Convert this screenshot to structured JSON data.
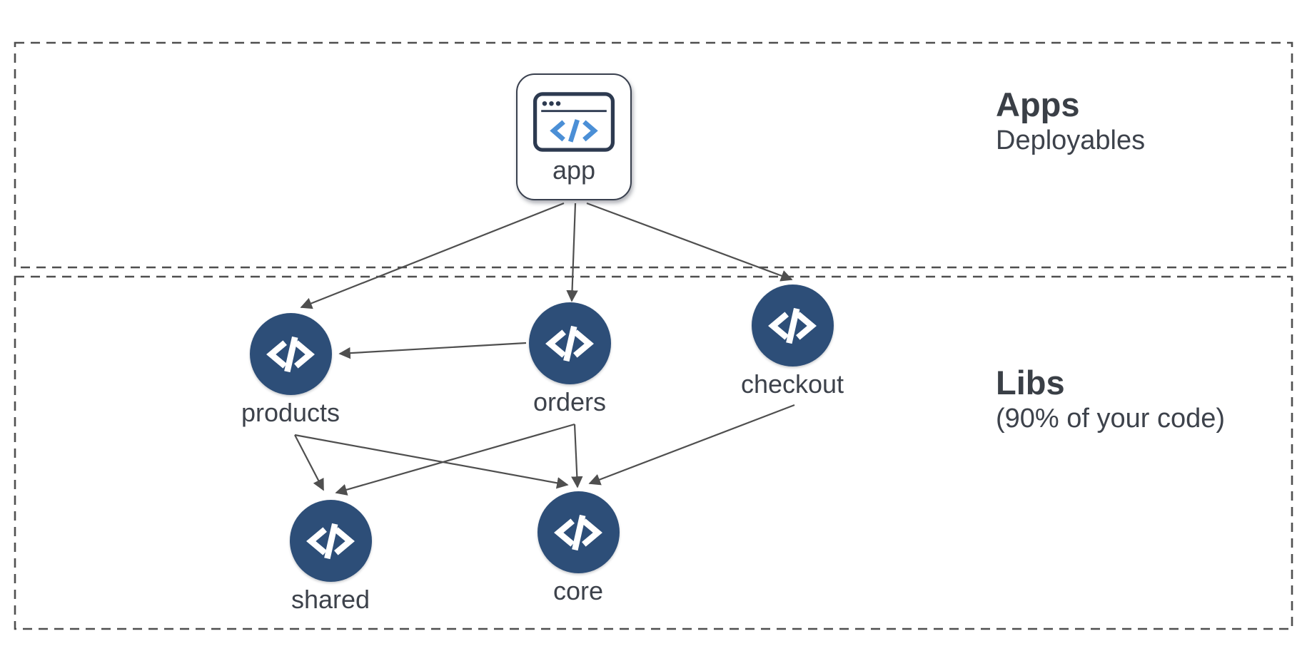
{
  "sections": {
    "apps": {
      "title": "Apps",
      "subtitle": "Deployables"
    },
    "libs": {
      "title": "Libs",
      "subtitle": "(90% of your code)"
    }
  },
  "nodes": {
    "app": {
      "label": "app",
      "kind": "application",
      "icon": "browser-code-icon"
    },
    "products": {
      "label": "products",
      "kind": "library",
      "icon": "code-icon"
    },
    "orders": {
      "label": "orders",
      "kind": "library",
      "icon": "code-icon"
    },
    "checkout": {
      "label": "checkout",
      "kind": "library",
      "icon": "code-icon"
    },
    "shared": {
      "label": "shared",
      "kind": "library",
      "icon": "code-icon"
    },
    "core": {
      "label": "core",
      "kind": "library",
      "icon": "code-icon"
    }
  },
  "edges": [
    {
      "from": "app",
      "to": "products"
    },
    {
      "from": "app",
      "to": "orders"
    },
    {
      "from": "app",
      "to": "checkout"
    },
    {
      "from": "orders",
      "to": "products"
    },
    {
      "from": "products",
      "to": "shared"
    },
    {
      "from": "products",
      "to": "core"
    },
    {
      "from": "orders",
      "to": "shared"
    },
    {
      "from": "orders",
      "to": "core"
    },
    {
      "from": "checkout",
      "to": "core"
    }
  ],
  "colors": {
    "node_fill": "#2d4e78",
    "node_glyph": "#ffffff",
    "app_icon_accent": "#4b8fd6",
    "app_icon_frame": "#2d3a50",
    "edge_line": "#4f4f4f",
    "section_border": "#4f4f4f",
    "text": "#3d424b",
    "background": "#ffffff"
  }
}
